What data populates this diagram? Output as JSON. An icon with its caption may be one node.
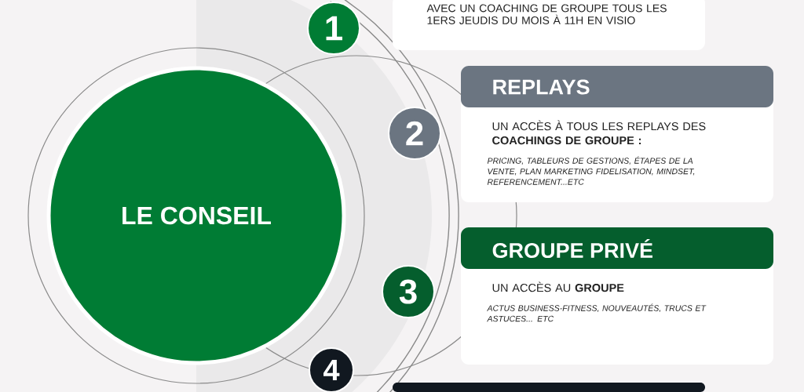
{
  "diagram": {
    "nodes": [
      {
        "text": [
          "LE CONSEIL"
        ]
      },
      {
        "text": [
          "1"
        ]
      },
      {
        "text": [
          "AVEC UN COACHING DE GROUPE TOUS LES 1ERS JEUDIS DU MOIS À 11H EN VISIO"
        ]
      },
      {
        "text": [
          "2"
        ]
      },
      {
        "text": [
          "REPLAYS",
          "UN ACCÈS À TOUS LES REPLAYS DES **COACHINGS DE GROUPE :**",
          "PRICING, TABLEURS DE GESTIONS, ÉTAPES DE LA VENTE, PLAN MARKETING FIDELISATION, MINDSET, REFERENCEMENT...ETC"
        ]
      },
      {
        "text": [
          "3"
        ]
      },
      {
        "text": [
          "GROUPE PRIVÉ",
          "UN ACCÈS AU **GROUPE**",
          "ACTUS BUSINESS-FITNESS, NOUVEAUTÉS, TRUCS ET ASTUCES... ETC"
        ]
      },
      {
        "text": [
          "4"
        ]
      },
      {
        "text": [],
        "shape": "box"
      }
    ]
  }
}
